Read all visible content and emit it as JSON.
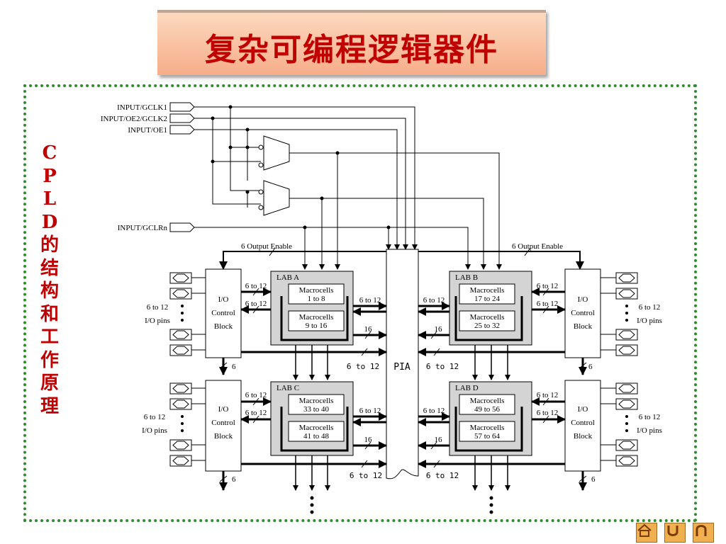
{
  "title": "复杂可编程逻辑器件",
  "side_label": "CPLD的结构和工作原理",
  "inputs": {
    "gclk1": "INPUT/GCLK1",
    "oe2_gclk2": "INPUT/OE2/GCLK2",
    "oe1": "INPUT/OE1",
    "gclrn": "INPUT/GCLRn"
  },
  "output_enable": "6 Output Enable",
  "io_block": {
    "line1": "I/O",
    "line2": "Control",
    "line3": "Block"
  },
  "io_pins": {
    "count": "6 to 12",
    "label": "I/O pins"
  },
  "labs": {
    "a": {
      "name": "LAB A",
      "top": "1 to 8",
      "bottom": "9 to 16"
    },
    "b": {
      "name": "LAB B",
      "top": "17 to 24",
      "bottom": "25 to 32"
    },
    "c": {
      "name": "LAB C",
      "top": "33 to 40",
      "bottom": "41 to 48"
    },
    "d": {
      "name": "LAB D",
      "top": "49 to 56",
      "bottom": "57 to 64"
    }
  },
  "macrocells": "Macrocells",
  "bus_6to12": "6 to 12",
  "bus_16": "16",
  "bus_6": "6",
  "pia": "PIA",
  "nav": {
    "home": "home-icon",
    "back": "return-icon",
    "forward": "forward-icon"
  }
}
